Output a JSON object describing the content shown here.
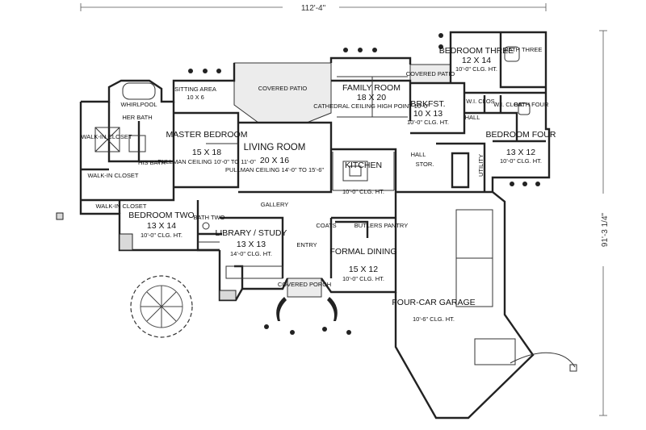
{
  "dimensions": {
    "width_label": "112'-4\"",
    "depth_label": "91'-3 1/4\""
  },
  "rooms": {
    "bedroom_three": {
      "name": "BEDROOM THREE",
      "size": "12 X 14",
      "note": "10'-0\" CLG. HT."
    },
    "bath_three": {
      "name": "BATH THREE"
    },
    "covered_patio_right": {
      "name": "COVERED PATIO"
    },
    "family_room": {
      "name": "FAMILY ROOM",
      "size": "18 X 20",
      "note": "CATHEDRAL CEILING HIGH POINT 16'-0\""
    },
    "covered_patio_center": {
      "name": "COVERED PATIO"
    },
    "sitting_area": {
      "name": "SITTING AREA",
      "size": "10 X 6"
    },
    "whirlpool": {
      "name": "WHIRLPOOL"
    },
    "her_bath": {
      "name": "HER BATH"
    },
    "walk_in_closet_1": {
      "name": "WALK-IN CLOSET"
    },
    "his_bath": {
      "name": "HIS BATH"
    },
    "walk_in_closet_2": {
      "name": "WALK-IN CLOSET"
    },
    "walk_in_closet_3": {
      "name": "WALK-IN CLOSET"
    },
    "master_bedroom": {
      "name": "MASTER BEDROOM",
      "size": "15 X 18",
      "note": "PULLMAN CEILING 10'-0\" TO 11'-0\""
    },
    "living_room": {
      "name": "LIVING ROOM",
      "size": "20 X 16",
      "note": "PULLMAN CEILING 14'-0\" TO 15'-6\""
    },
    "brkfst": {
      "name": "BRKFST.",
      "size": "10 X 13",
      "note": "10'-0\" CLG. HT."
    },
    "wi_clos_1": {
      "name": "W.I. CLOS."
    },
    "wi_clos_2": {
      "name": "W.I. CLOS."
    },
    "bath_four": {
      "name": "BATH FOUR"
    },
    "hall_1": {
      "name": "HALL"
    },
    "bedroom_four": {
      "name": "BEDROOM FOUR",
      "size": "13 X 12",
      "note": "10'-0\" CLG. HT."
    },
    "hall_2": {
      "name": "HALL"
    },
    "stor": {
      "name": "STOR."
    },
    "utility": {
      "name": "UTILITY"
    },
    "kitchen": {
      "name": "KITCHEN",
      "note": "10'-0\" CLG. HT."
    },
    "gallery": {
      "name": "GALLERY"
    },
    "bedroom_two": {
      "name": "BEDROOM TWO",
      "size": "13 X 14",
      "note": "10'-0\" CLG. HT."
    },
    "bath_two": {
      "name": "BATH TWO"
    },
    "library_study": {
      "name": "LIBRARY / STUDY",
      "size": "13 X 13",
      "note": "14'-0\" CLG. HT."
    },
    "entry": {
      "name": "ENTRY"
    },
    "butlers_pantry": {
      "name": "BUTLERS PANTRY"
    },
    "coats": {
      "name": "COATS"
    },
    "formal_dining": {
      "name": "FORMAL DINING",
      "size": "15 X 12",
      "note": "10'-0\" CLG. HT."
    },
    "covered_porch": {
      "name": "COVERED PORCH"
    },
    "four_car_garage": {
      "name": "FOUR-CAR GARAGE",
      "note": "10'-6\" CLG. HT."
    }
  }
}
